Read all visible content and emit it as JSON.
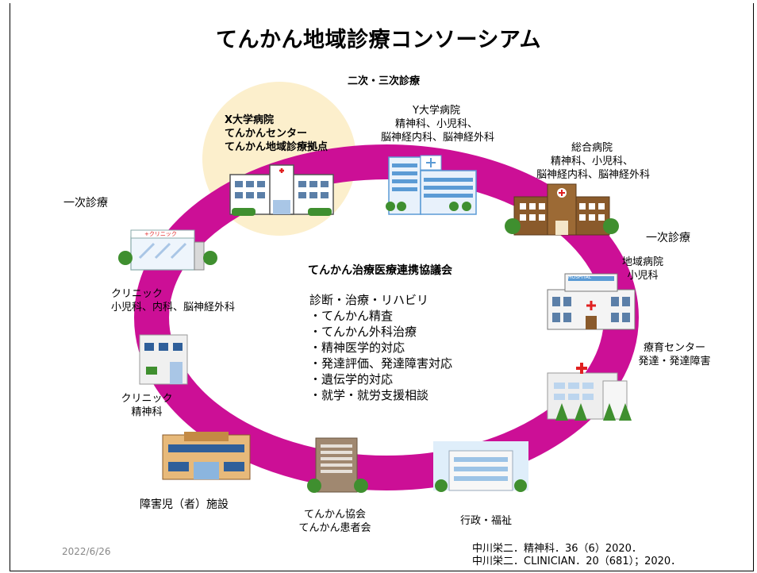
{
  "title": "てんかん地域診療コンソーシアム",
  "tier_secondary_tertiary": "二次・三次診療",
  "tier_primary_left": "一次診療",
  "tier_primary_right": "一次診療",
  "hub": {
    "line1": "X大学病院",
    "line2": "てんかんセンター",
    "line3": "てんかん地域診療拠点"
  },
  "y_univ": {
    "line1": "Y大学病院",
    "line2": "精神科、小児科、",
    "line3": "脳神経内科、脳神経外科"
  },
  "general_hospital": {
    "line1": "総合病院",
    "line2": "精神科、小児科、",
    "line3": "脳神経内科、脳神経外科"
  },
  "regional_hospital": {
    "line1": "地域病院",
    "line2": "小児科"
  },
  "rehab_center": {
    "line1": "療育センター",
    "line2": "発達・発達障害"
  },
  "clinic_1": {
    "line1": "クリニック",
    "line2": "小児科、内科、脳神経外科"
  },
  "clinic_2": {
    "line1": "クリニック",
    "line2": "精神科"
  },
  "disability_facility": "障害児（者）施設",
  "epilepsy_assoc": {
    "line1": "てんかん協会",
    "line2": "てんかん患者会"
  },
  "administration": "行政・福祉",
  "council": {
    "title": "てんかん治療医療連携協議会",
    "items": [
      "診断・治療・リハビリ",
      "・てんかん精査",
      "・てんかん外科治療",
      "・精神医学的対応",
      "・発達評価、発達障害対応",
      "・遺伝学的対応",
      "・就学・就労支援相談"
    ]
  },
  "clinic_sign": "+クリニック",
  "hospital_sign": "HOSPITAL",
  "date": "2022/6/26",
  "citations": [
    "中川栄二．精神科．36（6）2020．",
    "中川栄二．CLINICIAN．20（681）；2020．"
  ],
  "colors": {
    "ring": "#cc0f96",
    "hub_circle": "#fcefcc",
    "building_blue": "#5b9bd5",
    "building_brown": "#8a5a2b",
    "tree_green": "#3f8f2f",
    "red_cross": "#e02020"
  }
}
